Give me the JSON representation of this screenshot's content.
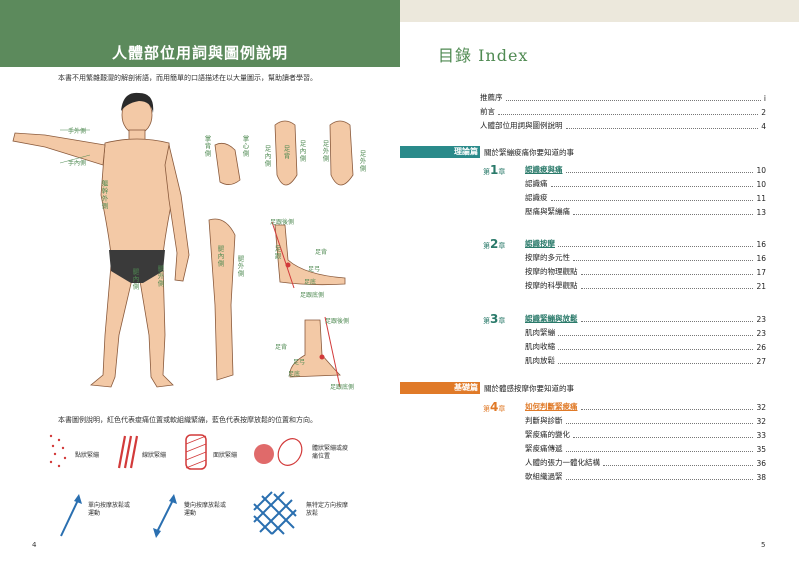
{
  "left": {
    "title": "人體部位用詞與圖例說明",
    "intro": "本書不用繁雜艱澀的解剖術語，而用簡單的口語描述在以大量圖示，幫助讀者學習。",
    "labels": {
      "hand_outer": "手外側",
      "hand_inner": "手內側",
      "body_outer": "軀幹外側",
      "palm_side": "掌背側",
      "palm_heart": "掌心側",
      "foot_inner": "足內側",
      "foot_back": "足背",
      "foot_inner2": "足內側",
      "foot_outer": "足外側",
      "foot_outer2": "足外側",
      "leg_inner": "腿內側",
      "leg_outer": "腿外側",
      "leg_inner2": "腿內側",
      "leg_outer2": "腿外側",
      "heel_back": "足跟後側",
      "achilles": "足跟後側",
      "foot_top": "足背",
      "heel": "足跟",
      "arch": "足弓",
      "sole": "足底",
      "heel_bottom": "足跟底側",
      "heel_back2": "足跟後側",
      "foot_top2": "足背",
      "arch2": "足弓",
      "sole2": "足底",
      "heel_bottom2": "足跟底側"
    },
    "legend_intro": "本書圖例說明，紅色代表痠痛位置或軟組織緊繃，藍色代表按摩放鬆的位置和方向。",
    "legend": {
      "dot": "點狀緊繃",
      "line": "線狀緊繃",
      "area": "面狀緊繃",
      "sore": "體狀緊繃或痠痛位置",
      "single_dir": "單向按摩放鬆或運動",
      "double_dir": "雙向按摩放鬆或運動",
      "no_dir": "無特定方向按摩放鬆"
    },
    "page_number": "4",
    "colors": {
      "banner": "#5c8a5c",
      "label_green": "#4f8a52",
      "red": "#d23a3a",
      "blue": "#2a6fb0"
    }
  },
  "right": {
    "toc_title": "目錄 Index",
    "front": [
      {
        "title": "推薦序",
        "page": "i"
      },
      {
        "title": "前言",
        "page": "2"
      },
      {
        "title": "人體部位用詞與圖例說明",
        "page": "4"
      }
    ],
    "parts": [
      {
        "label": "理論篇",
        "desc": "關於緊繃痠痛你要知道的事",
        "color": "#2a8a8a"
      },
      {
        "label": "基礎篇",
        "desc": "關於體感按摩你要知道的事",
        "color": "#e07a28"
      }
    ],
    "chapters": [
      {
        "pre": "第",
        "num": "1",
        "post": "章",
        "title": "認識痠與痛",
        "page": "10",
        "items": [
          {
            "title": "認識痛",
            "page": "10"
          },
          {
            "title": "認識痠",
            "page": "11"
          },
          {
            "title": "壓痛與緊繃痛",
            "page": "13"
          }
        ]
      },
      {
        "pre": "第",
        "num": "2",
        "post": "章",
        "title": "認識按摩",
        "page": "16",
        "items": [
          {
            "title": "按摩的多元性",
            "page": "16"
          },
          {
            "title": "按摩的物理觀點",
            "page": "17"
          },
          {
            "title": "按摩的科學觀點",
            "page": "21"
          }
        ]
      },
      {
        "pre": "第",
        "num": "3",
        "post": "章",
        "title": "認識緊繃與放鬆",
        "page": "23",
        "items": [
          {
            "title": "肌肉緊繃",
            "page": "23"
          },
          {
            "title": "肌肉收縮",
            "page": "26"
          },
          {
            "title": "肌肉放鬆",
            "page": "27"
          }
        ]
      },
      {
        "pre": "第",
        "num": "4",
        "post": "章",
        "title": "如何判斷緊痠痛",
        "page": "32",
        "items": [
          {
            "title": "判斷與診斷",
            "page": "32"
          },
          {
            "title": "緊痠痛的變化",
            "page": "33"
          },
          {
            "title": "緊痠痛傳遞",
            "page": "35"
          },
          {
            "title": "人體的張力一體化結構",
            "page": "36"
          },
          {
            "title": "軟組織過緊",
            "page": "38"
          }
        ]
      }
    ],
    "page_number": "5",
    "colors": {
      "title_green": "#4f8a52",
      "teal": "#2a7a6a",
      "orange": "#e07a28"
    }
  }
}
